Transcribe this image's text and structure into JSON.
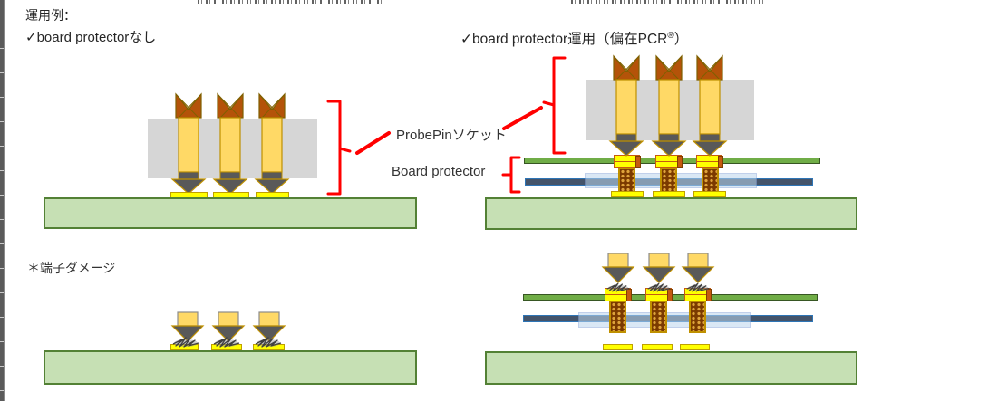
{
  "header": {
    "usage_title": "運用例：",
    "left_case": "✓board protectorなし",
    "right_case_prefix": "✓board protector運用（偏在PCR",
    "right_case_sup": "®",
    "right_case_suffix": "）"
  },
  "annotations": {
    "probe_pin_socket": "ProbePinソケット",
    "board_protector": "Board protector",
    "terminal_damage": "＊端子ダメージ"
  },
  "colors": {
    "annotation_red": "#FF0000",
    "heading_text": "#262626",
    "ruler_gray": "#5A5A5A",
    "socket_gray": "#D6D6D6",
    "pin_body_gold": "#FFD966",
    "pin_outline_olive": "#BF9000",
    "pin_crown_brown": "#B45309",
    "crown_outline": "#7F6000",
    "plunger_gray": "#595959",
    "pad_yellow": "#FFFF00",
    "pad_outline": "#BFA000",
    "board_fill_green": "#C6E0B4",
    "board_border_green": "#538135",
    "protector_bar_green": "#70AD47",
    "protector_bar_border": "#375623",
    "dut_bar_slate": "#44546A",
    "dut_bar_border": "#2E75B6",
    "film_band_blue": "#BDD7EE",
    "film_band_border": "#8FAADC",
    "pcr_column_brown": "#7B3A00",
    "pcr_column_dot": "#DFA33B",
    "cap_tab_orange": "#C55A11"
  }
}
